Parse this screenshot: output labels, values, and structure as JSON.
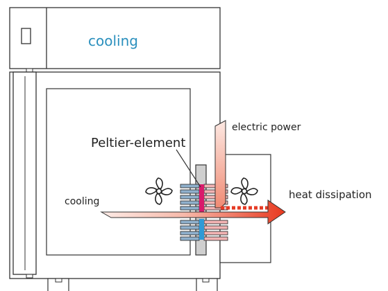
{
  "header": {
    "title": "cooling",
    "title_color": "#2a8fbd"
  },
  "labels": {
    "peltier": "Peltier-element",
    "electric_power": "electric power",
    "cooling_in": "cooling",
    "heat_dissipation": "heat dissipation"
  },
  "icons": {
    "inner_fan": "fan-icon",
    "outer_fan": "fan-icon",
    "panel": "display-icon"
  },
  "colors": {
    "hot": "#e63b25",
    "warm": "#f5a394",
    "cold_side": "#8fb0cc",
    "peltier_core": "#d91a6b",
    "cold_core": "#2f9ad6",
    "housing": "#cfcfcf",
    "outline": "#333333"
  }
}
